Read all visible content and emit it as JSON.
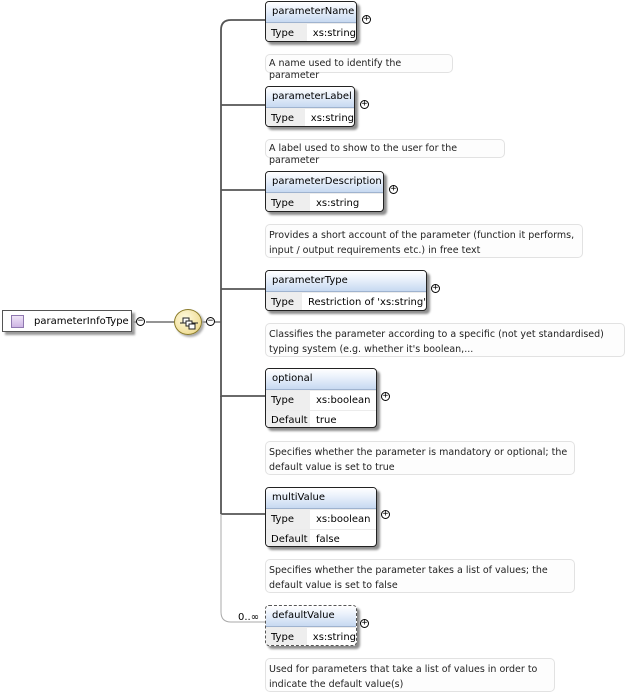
{
  "root": {
    "label": "parameterInfoType"
  },
  "elements": [
    {
      "name": "parameterName",
      "rows": [
        {
          "key": "Type",
          "value": "xs:string"
        }
      ],
      "doc": "A name used to identify the parameter"
    },
    {
      "name": "parameterLabel",
      "rows": [
        {
          "key": "Type",
          "value": "xs:string"
        }
      ],
      "doc": "A label used to show to the user for the parameter"
    },
    {
      "name": "parameterDescription",
      "rows": [
        {
          "key": "Type",
          "value": "xs:string"
        }
      ],
      "doc": "Provides a short account of the parameter (function it performs, input / output requirements etc.) in free text"
    },
    {
      "name": "parameterType",
      "rows": [
        {
          "key": "Type",
          "value": "Restriction of 'xs:string'"
        }
      ],
      "doc": "Classifies the parameter according to a specific (not yet standardised) typing system (e.g. whether it's boolean,..."
    },
    {
      "name": "optional",
      "rows": [
        {
          "key": "Type",
          "value": "xs:boolean"
        },
        {
          "key": "Default",
          "value": "true"
        }
      ],
      "doc": "Specifies whether the parameter is mandatory or optional; the default value is set to true"
    },
    {
      "name": "multiValue",
      "rows": [
        {
          "key": "Type",
          "value": "xs:boolean"
        },
        {
          "key": "Default",
          "value": "false"
        }
      ],
      "doc": "Specifies whether the parameter takes a list of values; the default value is set to false"
    },
    {
      "name": "defaultValue",
      "rows": [
        {
          "key": "Type",
          "value": "xs:string"
        }
      ],
      "doc": "Used for parameters that take a list of values in order to indicate the default value(s)",
      "cardinality": "0..∞"
    }
  ],
  "icons": {
    "expand": "plus-icon",
    "collapse": "minus-icon",
    "sequence": "sequence-icon",
    "type": "complex-type-icon"
  },
  "colors": {
    "element_header": "#c7d9f1",
    "compositor": "#f1df9a",
    "type_icon": "#cdb5e4"
  }
}
